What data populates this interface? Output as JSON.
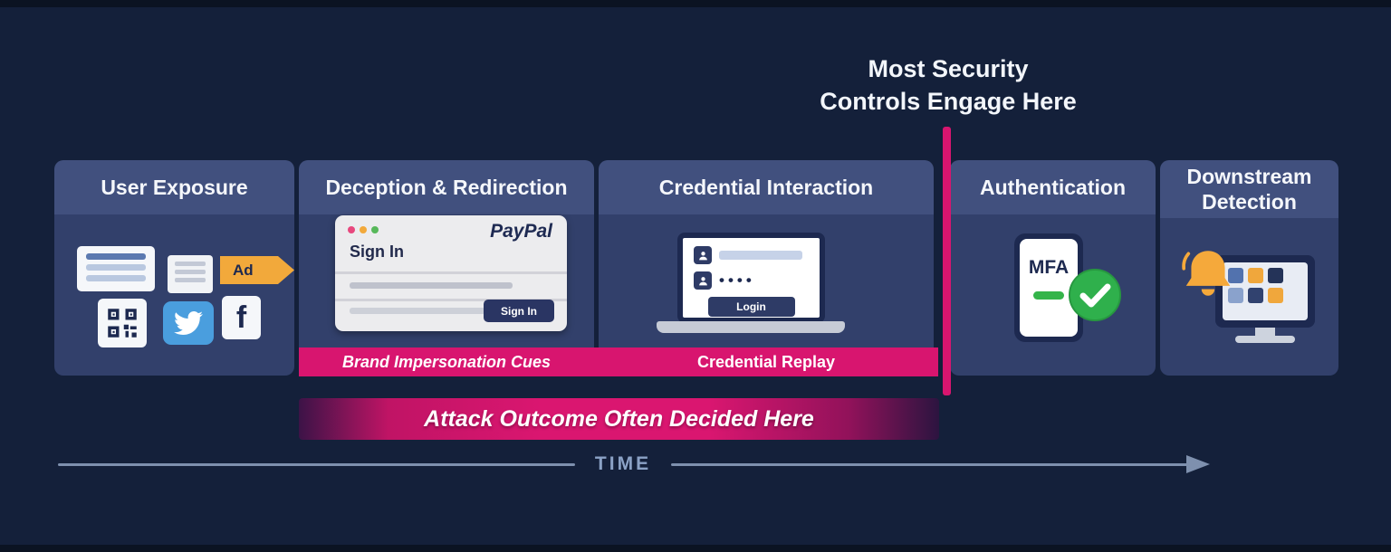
{
  "colors": {
    "background": "#14203a",
    "panel_header": "#41507e",
    "panel_body": "#32406b",
    "magenta": "#d8156f",
    "orange": "#f2a93b",
    "green": "#2fae4d",
    "timeline": "#8ba2c6"
  },
  "annotation": {
    "line1": "Most Security",
    "line2": "Controls Engage Here"
  },
  "stages": {
    "user_exposure": {
      "title": "User Exposure",
      "ad_label": "Ad"
    },
    "deception": {
      "title": "Deception & Redirection",
      "band_label": "Brand Impersonation Cues",
      "browser": {
        "brand": "PayPal",
        "heading": "Sign In",
        "button_label": "Sign In"
      }
    },
    "credential": {
      "title": "Credential Interaction",
      "band_label": "Credential Replay",
      "laptop": {
        "password_dots": "••••",
        "button_label": "Login"
      }
    },
    "authentication": {
      "title": "Authentication",
      "phone_label": "MFA"
    },
    "detection": {
      "title": "Downstream Detection"
    }
  },
  "banner_label": "Attack Outcome Often Decided Here",
  "timeline_label": "TIME",
  "icons": {
    "facebook_letter": "f"
  }
}
